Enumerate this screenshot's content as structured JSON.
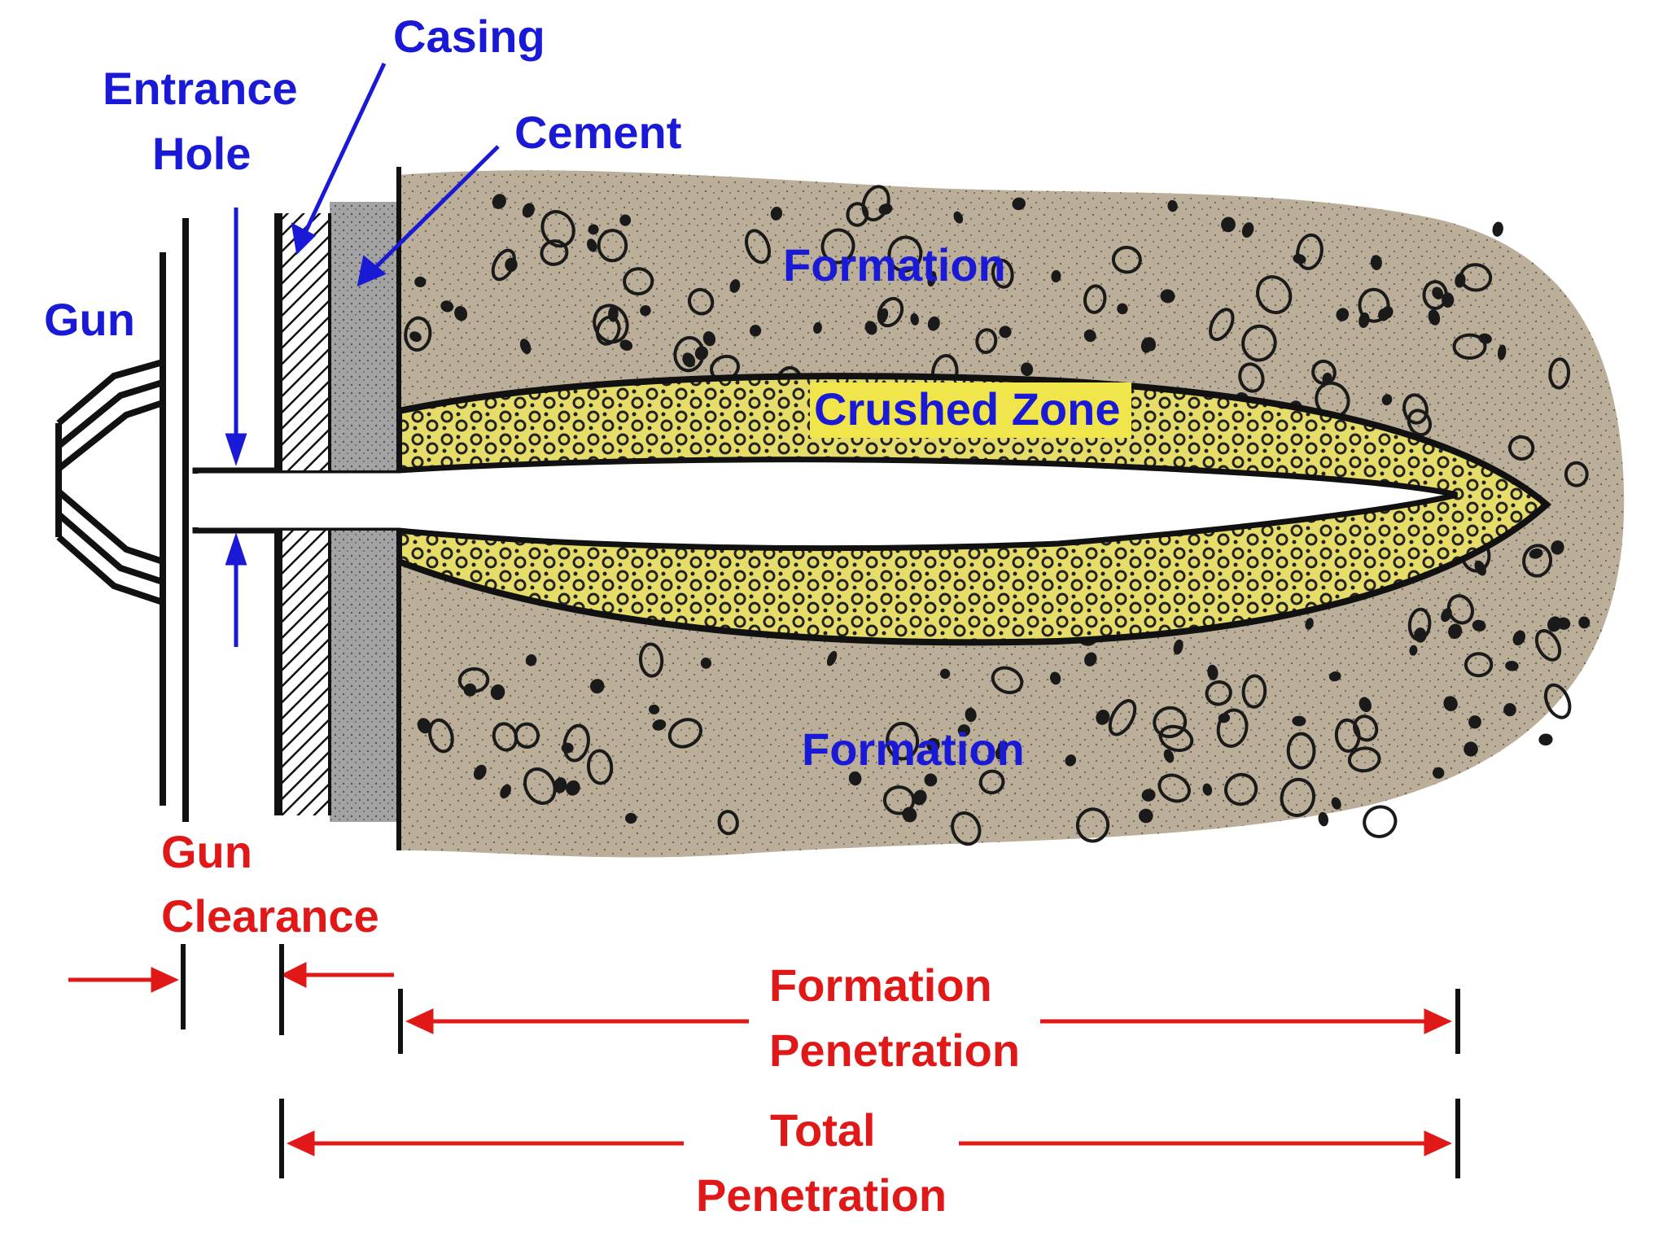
{
  "diagram": {
    "title": "",
    "labels": {
      "casing": "Casing",
      "entrance_hole_line1": "Entrance",
      "entrance_hole_line2": "Hole",
      "cement": "Cement",
      "gun": "Gun",
      "formation_upper": "Formation",
      "crushed_zone": "Crushed Zone",
      "formation_lower": "Formation",
      "gun_clearance_line1": "Gun",
      "gun_clearance_line2": "Clearance",
      "formation_penetration_line1": "Formation",
      "formation_penetration_line2": "Penetration",
      "total_penetration_line1": "Total",
      "total_penetration_line2": "Penetration"
    },
    "colors": {
      "label_blue": "#1a1ad6",
      "dimension_red": "#e01818",
      "formation": "#bcaf9a",
      "crushed_zone": "#e6dc6a",
      "cement": "#a3a3a3",
      "outline": "#111111"
    }
  }
}
